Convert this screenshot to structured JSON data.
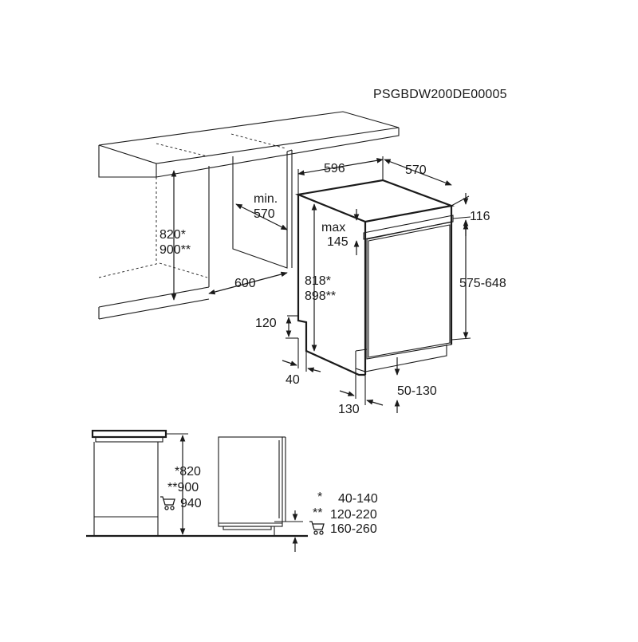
{
  "diagram": {
    "code": "PSGBDW200DE00005",
    "dimensions": {
      "width": "596",
      "depth": "570",
      "niche_min_label": "min.",
      "niche_min_value": "570",
      "niche_width": "600",
      "niche_height_1": "820*",
      "niche_height_2": "900**",
      "appliance_height_1": "818*",
      "appliance_height_2": "898**",
      "top_gap": "116",
      "door_max_label": "max",
      "door_max_value": "145",
      "door_height": "575-648",
      "plinth_height": "120",
      "plinth_depth": "40",
      "feet_adjust": "50-130",
      "plinth_recess": "130"
    },
    "lower_left": {
      "height_1": "*820",
      "height_2": "**900",
      "height_3": "940"
    },
    "legend": [
      {
        "mark": "*",
        "value": "40-140"
      },
      {
        "mark": "**",
        "value": "120-220"
      },
      {
        "mark": "cart",
        "value": "160-260"
      }
    ]
  }
}
